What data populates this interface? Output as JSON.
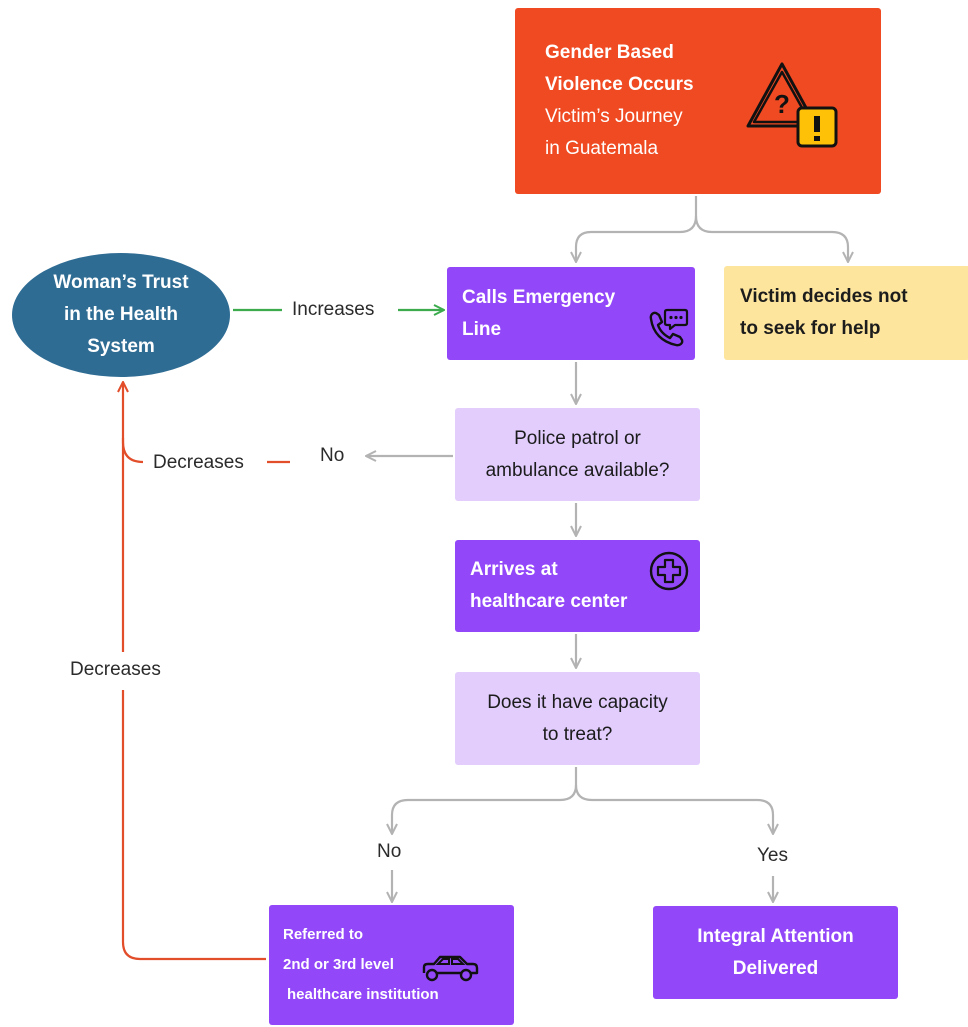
{
  "nodes": {
    "start": {
      "title_line1": "Gender Based",
      "title_line2": "Violence Occurs",
      "sub_line1": "Victim’s Journey",
      "sub_line2": "in Guatemala"
    },
    "trust": "Woman’s Trust in the Health System",
    "call": "Calls Emergency Line",
    "no_help": {
      "line1": "Victim decides not",
      "line2": "to seek for help"
    },
    "patrol": {
      "line1": "Police patrol or",
      "line2": "ambulance available?"
    },
    "arrive": {
      "line1": "Arrives at",
      "line2": "healthcare center"
    },
    "capacity": {
      "line1": "Does it have capacity",
      "line2": "to treat?"
    },
    "referred": {
      "line1": "Referred to",
      "line2": "2nd or 3rd level",
      "line3": "healthcare institution"
    },
    "integral": "Integral Attention Delivered"
  },
  "edge_labels": {
    "increases": "Increases",
    "decreases_top": "Decreases",
    "decreases_side": "Decreases",
    "no_patrol": "No",
    "no_capacity": "No",
    "yes_capacity": "Yes"
  },
  "colors": {
    "start": "#ef4a22",
    "trust": "#2f6c94",
    "action": "#9247f9",
    "question": "#e2cdfd",
    "no_help": "#fde59e",
    "arrow_neutral": "#b3b3b3",
    "arrow_increase": "#3cab4e",
    "arrow_decrease": "#e24d2a",
    "warning_yellow": "#ffc107"
  },
  "icons": [
    "warning-question-icon",
    "phone-chat-icon",
    "plus-circle-icon",
    "car-icon"
  ]
}
